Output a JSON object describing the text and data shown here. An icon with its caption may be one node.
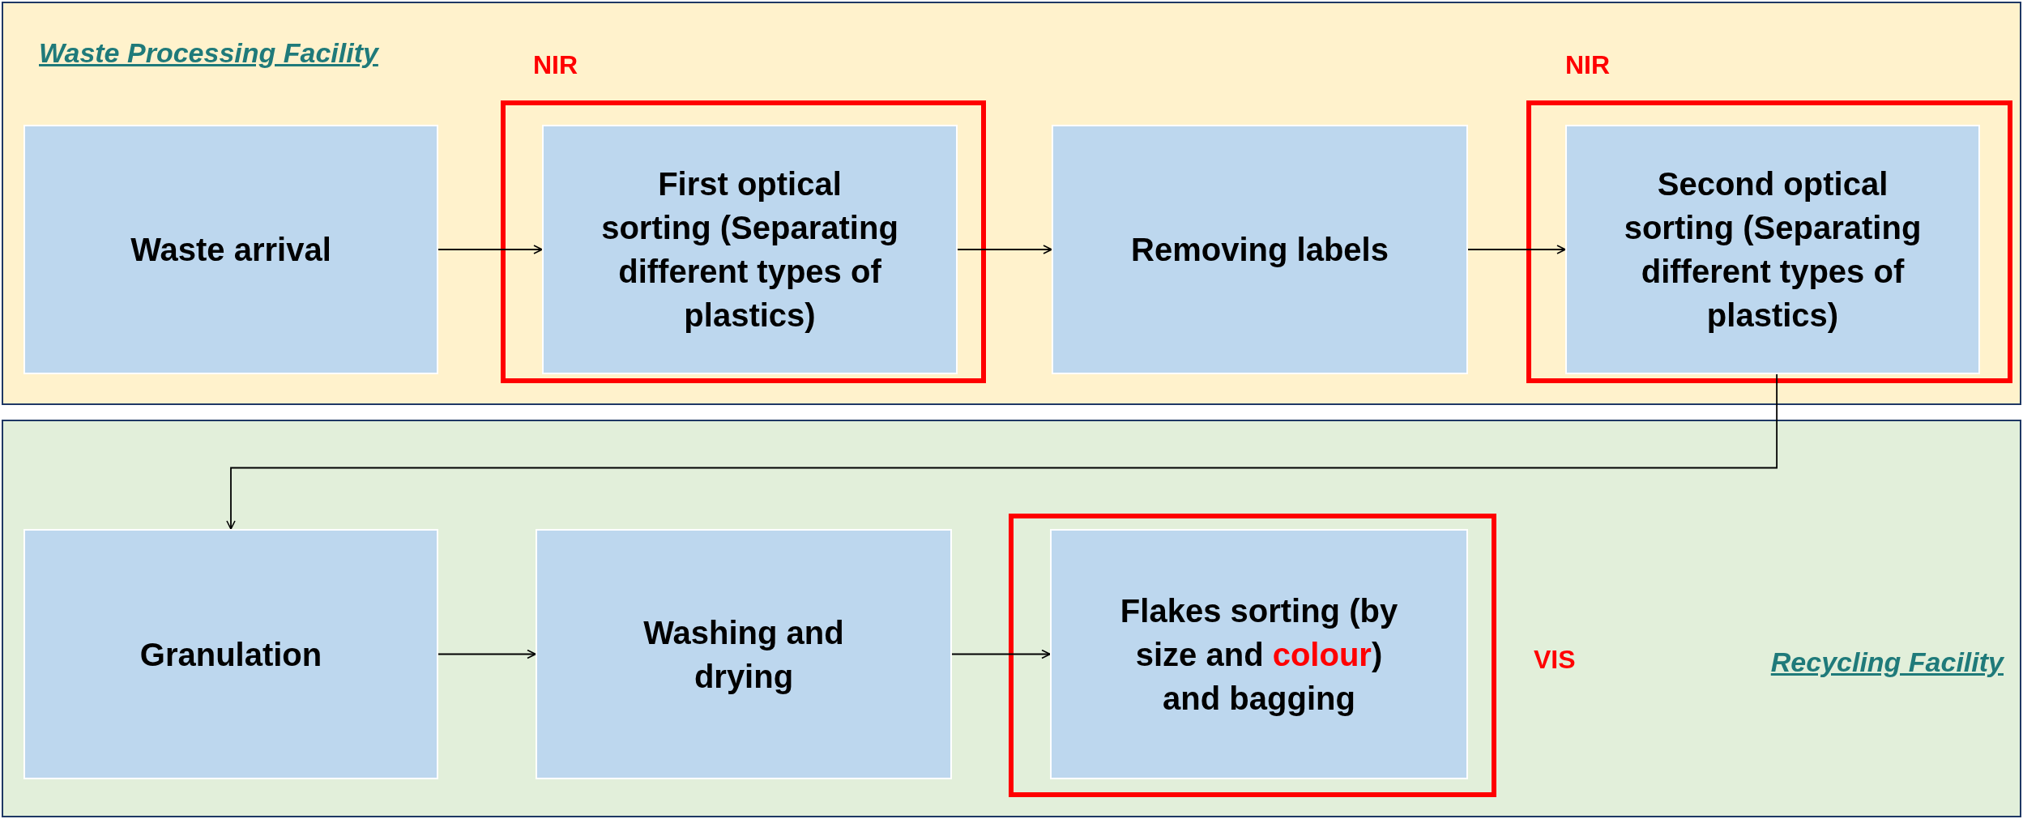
{
  "diagram": {
    "nodes": [
      {
        "text": [
          "Waste Processing Facility"
        ]
      },
      {
        "text": [
          "Waste arrival"
        ],
        "in": 0
      },
      {
        "text": [
          "NIR"
        ],
        "in": 0
      },
      {
        "text": [
          "First optical sorting (Separating different types of plastics)"
        ],
        "in": 2
      },
      {
        "text": [
          "Removing labels"
        ],
        "in": 0
      },
      {
        "text": [
          "NIR"
        ],
        "in": 0
      },
      {
        "text": [
          "Second optical sorting (Separating different types of plastics)"
        ],
        "in": 5
      },
      {
        "text": [
          "Recycling Facility"
        ]
      },
      {
        "text": [
          "Granulation"
        ],
        "in": 7
      },
      {
        "text": [
          "Washing and drying"
        ],
        "in": 7
      },
      {
        "text": [
          "VIS"
        ],
        "in": 7
      },
      {
        "text": [
          "Flakes sorting (by size and **colour**) and bagging"
        ],
        "in": 10
      }
    ],
    "edges": [
      {
        "from": 1,
        "to": 3,
        "arrow": "to"
      },
      {
        "from": 3,
        "to": 4,
        "arrow": "to"
      },
      {
        "from": 4,
        "to": 6,
        "arrow": "to"
      },
      {
        "from": 6,
        "to": 8,
        "arrow": "to"
      },
      {
        "from": 8,
        "to": 9,
        "arrow": "to"
      },
      {
        "from": 9,
        "to": 11,
        "arrow": "to"
      }
    ]
  }
}
